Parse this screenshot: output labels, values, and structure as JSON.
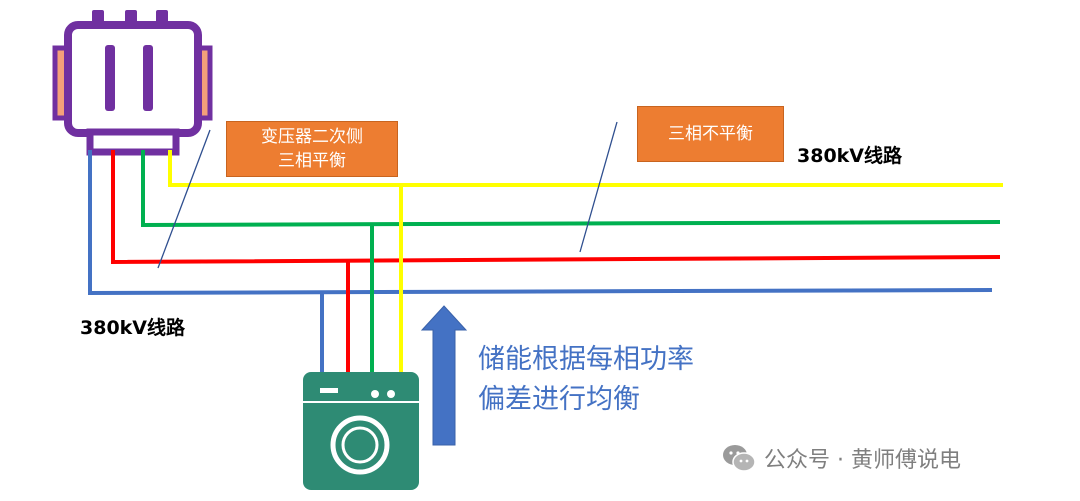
{
  "callouts": {
    "secondary_balance_line1": "变压器二次侧",
    "secondary_balance_line2": "三相平衡",
    "unbalanced": "三相不平衡"
  },
  "line_labels": {
    "right": "380kV线路",
    "left": "380kV线路"
  },
  "storage_note": {
    "line1": "储能根据每相功率",
    "line2": "偏差进行均衡"
  },
  "watermark": {
    "text": "公众号 · 黄师傅说电",
    "icon": "wechat-icon"
  },
  "colors": {
    "phase_yellow": "#FFFF00",
    "phase_green": "#00B050",
    "phase_red": "#FF0000",
    "neutral_blue": "#4472C4",
    "transformer": "#7030A0",
    "callout_fill": "#ED7D31",
    "storage_unit": "#2E8B74",
    "arrow": "#4472C4"
  }
}
